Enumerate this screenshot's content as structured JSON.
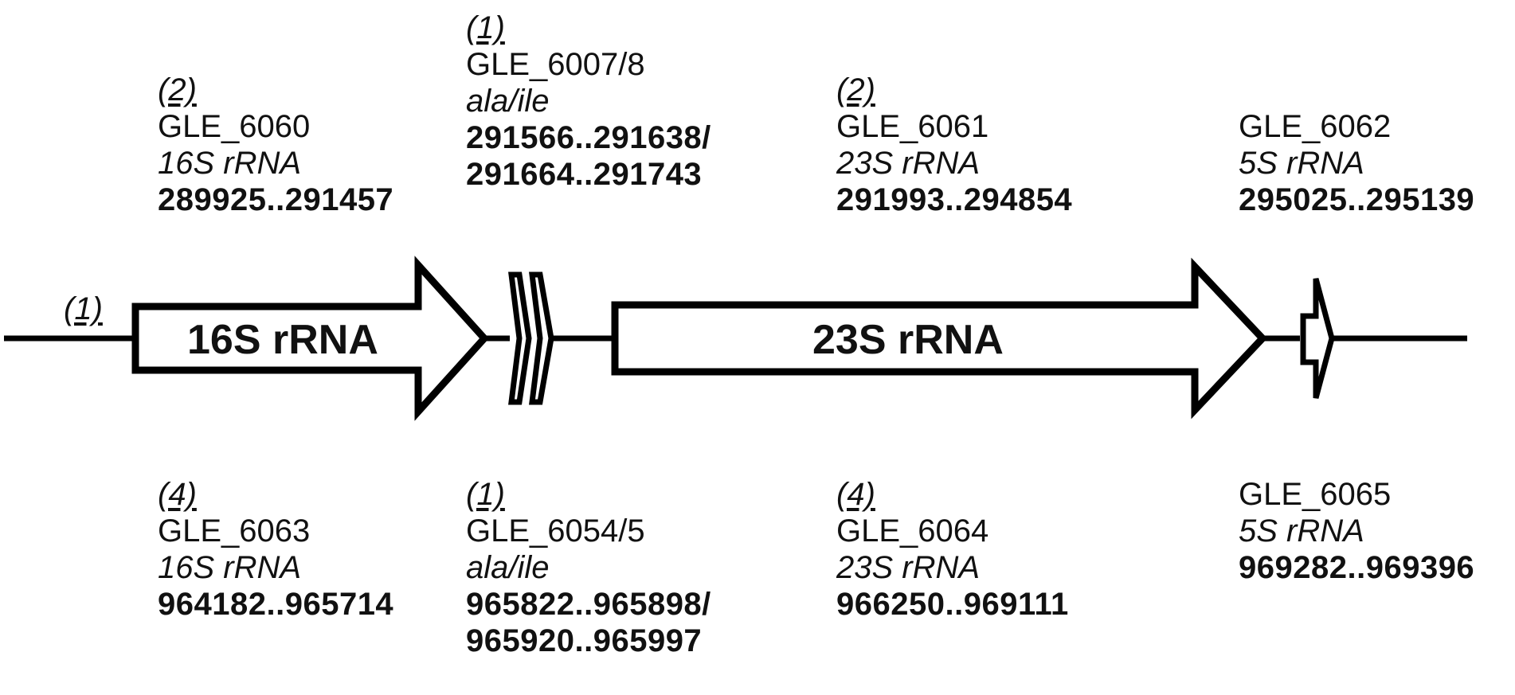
{
  "upstream_count": "(1)",
  "genes": {
    "g16s": {
      "label": "16S rRNA"
    },
    "g23s": {
      "label": "23S rRNA"
    }
  },
  "top": {
    "b1": {
      "count": "(2)",
      "locus": "GLE_6060",
      "product": "16S rRNA",
      "coords": "289925..291457"
    },
    "b2": {
      "count": "(1)",
      "locus": "GLE_6007/8",
      "product": "ala/ile",
      "coords": "291566..291638/",
      "coords2": "291664..291743"
    },
    "b3": {
      "count": "(2)",
      "locus": "GLE_6061",
      "product": "23S rRNA",
      "coords": "291993..294854"
    },
    "b4": {
      "locus": "GLE_6062",
      "product": "5S rRNA",
      "coords": "295025..295139"
    }
  },
  "bottom": {
    "b1": {
      "count": "(4)",
      "locus": "GLE_6063",
      "product": "16S rRNA",
      "coords": "964182..965714"
    },
    "b2": {
      "count": "(1)",
      "locus": "GLE_6054/5",
      "product": "ala/ile",
      "coords": "965822..965898/",
      "coords2": "965920..965997"
    },
    "b3": {
      "count": "(4)",
      "locus": "GLE_6064",
      "product": "23S rRNA",
      "coords": "966250..969111"
    },
    "b4": {
      "locus": "GLE_6065",
      "product": "5S rRNA",
      "coords": "969282..969396"
    }
  },
  "colors": {
    "stroke": "#000000",
    "fill": "#ffffff"
  }
}
